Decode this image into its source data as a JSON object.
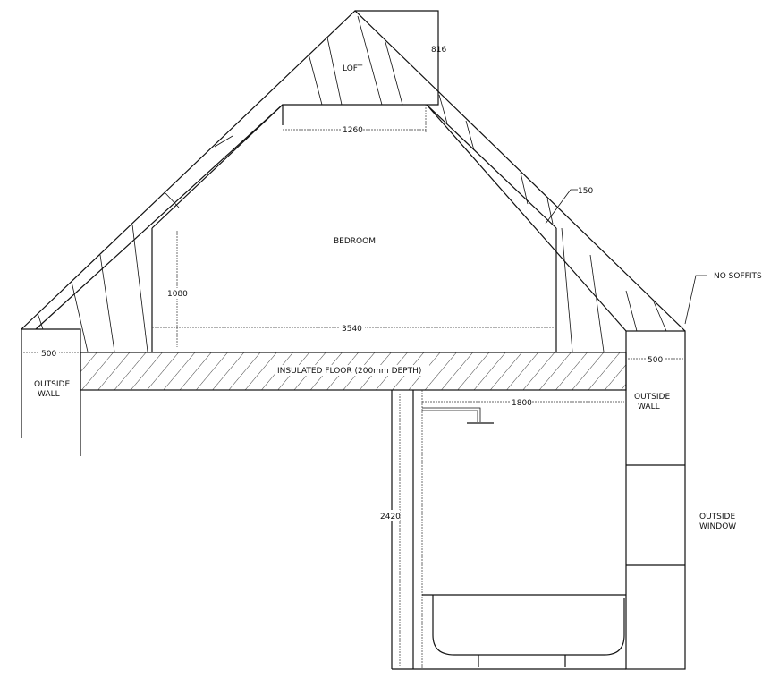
{
  "labels": {
    "loft": "LOFT",
    "bedroom": "BEDROOM",
    "floor": "INSULATED FLOOR (200mm DEPTH)",
    "outside_wall_left": [
      "OUTSIDE",
      "WALL"
    ],
    "outside_wall_right": [
      "OUTSIDE",
      "WALL"
    ],
    "outside_window": [
      "OUTSIDE",
      "WINDOW"
    ],
    "no_soffits": "NO SOFFITS"
  },
  "dimensions": {
    "loft_height": "816",
    "loft_width": "1260",
    "roof_thickness": "150",
    "knee_wall_height": "1080",
    "bedroom_width": "3540",
    "left_wall": "500",
    "right_wall": "500",
    "bathroom_width": "1800",
    "bathroom_height": "2420"
  }
}
